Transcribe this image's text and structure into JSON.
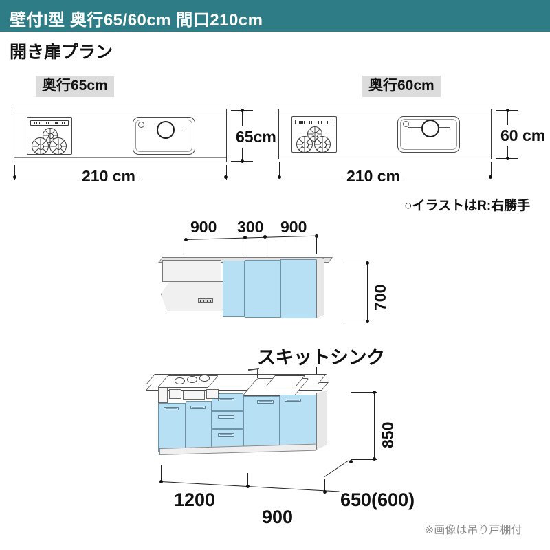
{
  "header": {
    "title": "壁付I型 奥行65/60cm 間口210cm",
    "bg_color": "#2e7d86"
  },
  "plan": {
    "title": "開き扉プラン"
  },
  "top_views": [
    {
      "chip_label": "奥行65cm",
      "width_label": "210 cm",
      "depth_label": "65cm",
      "appliances": [
        "gas-cooktop-3-burner",
        "sink"
      ]
    },
    {
      "chip_label": "奥行60cm",
      "width_label": "210 cm",
      "depth_label": "60 cm",
      "appliances": [
        "gas-cooktop-3-burner",
        "sink"
      ]
    }
  ],
  "notes": {
    "illustration_note": "○イラストはR:右勝手",
    "image_note": "※画像は吊り戸棚付"
  },
  "upper_cabinet": {
    "segment_labels": [
      "900",
      "300",
      "900"
    ],
    "height_label": "700",
    "parts": [
      "range-hood",
      "wall-cabinet-door",
      "wall-cabinet-door",
      "wall-cabinet-door"
    ]
  },
  "lower_cabinet": {
    "sink_label": "スキットシンク",
    "height_label": "850",
    "width_labels": [
      "1200",
      "900"
    ],
    "depth_label": "650(600)",
    "parts": [
      "base-door",
      "base-door",
      "drawer",
      "drawer",
      "drawer",
      "base-door",
      "base-door"
    ]
  },
  "colors": {
    "teal": "#2e7d86",
    "door_blue": "#b8e0f5",
    "chip_gray": "#dcdcdc",
    "note_gray": "#8d8d8d"
  }
}
